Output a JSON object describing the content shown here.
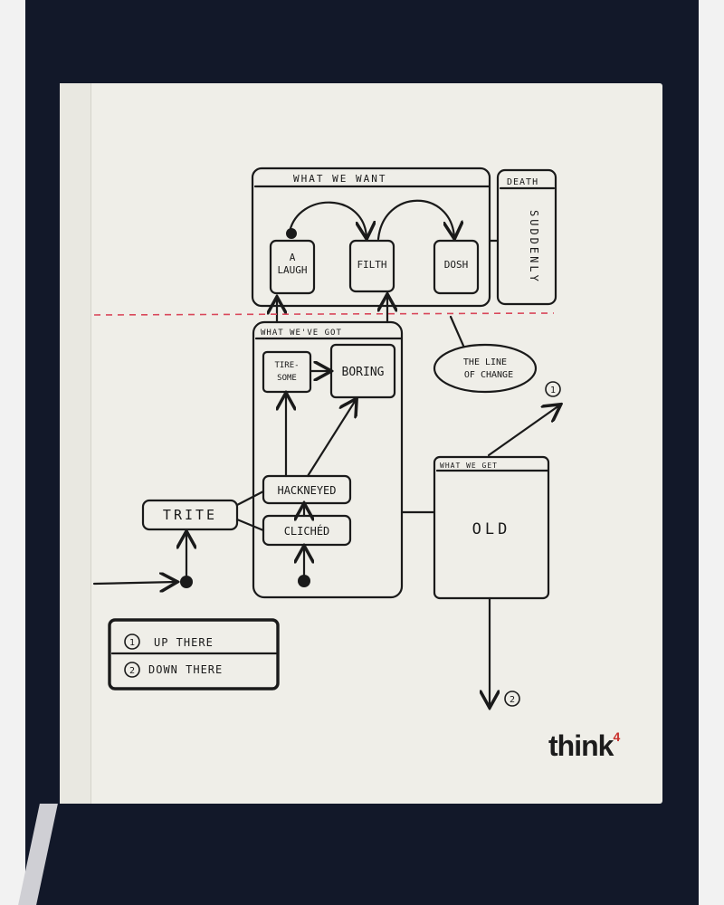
{
  "diagram": {
    "want_title": "WHAT WE WANT",
    "want_nodes": [
      "A LAUGH",
      "FILTH",
      "DOSH"
    ],
    "death_label": "DEATH",
    "suddenly_label": "SUDDENLY",
    "got_title": "WHAT WE'VE GOT",
    "tiresome": "TIRE-SOME",
    "boring": "BORING",
    "hackneyed": "HACKNEYED",
    "cliched": "CLICHÉD",
    "trite": "TRITE",
    "line_of_change": "THE LINE OF CHANGE",
    "get_title": "WHAT WE GET",
    "old": "OLD",
    "marker_1": "1",
    "marker_2": "2",
    "legend": [
      {
        "num": "1",
        "label": "UP THERE"
      },
      {
        "num": "2",
        "label": "DOWN THERE"
      }
    ]
  },
  "brand": {
    "name": "think",
    "sup": "4"
  },
  "colors": {
    "ink": "#1a1a1a",
    "dash": "#d9475a",
    "cover": "#efeee8",
    "brand_accent": "#c9302c"
  }
}
